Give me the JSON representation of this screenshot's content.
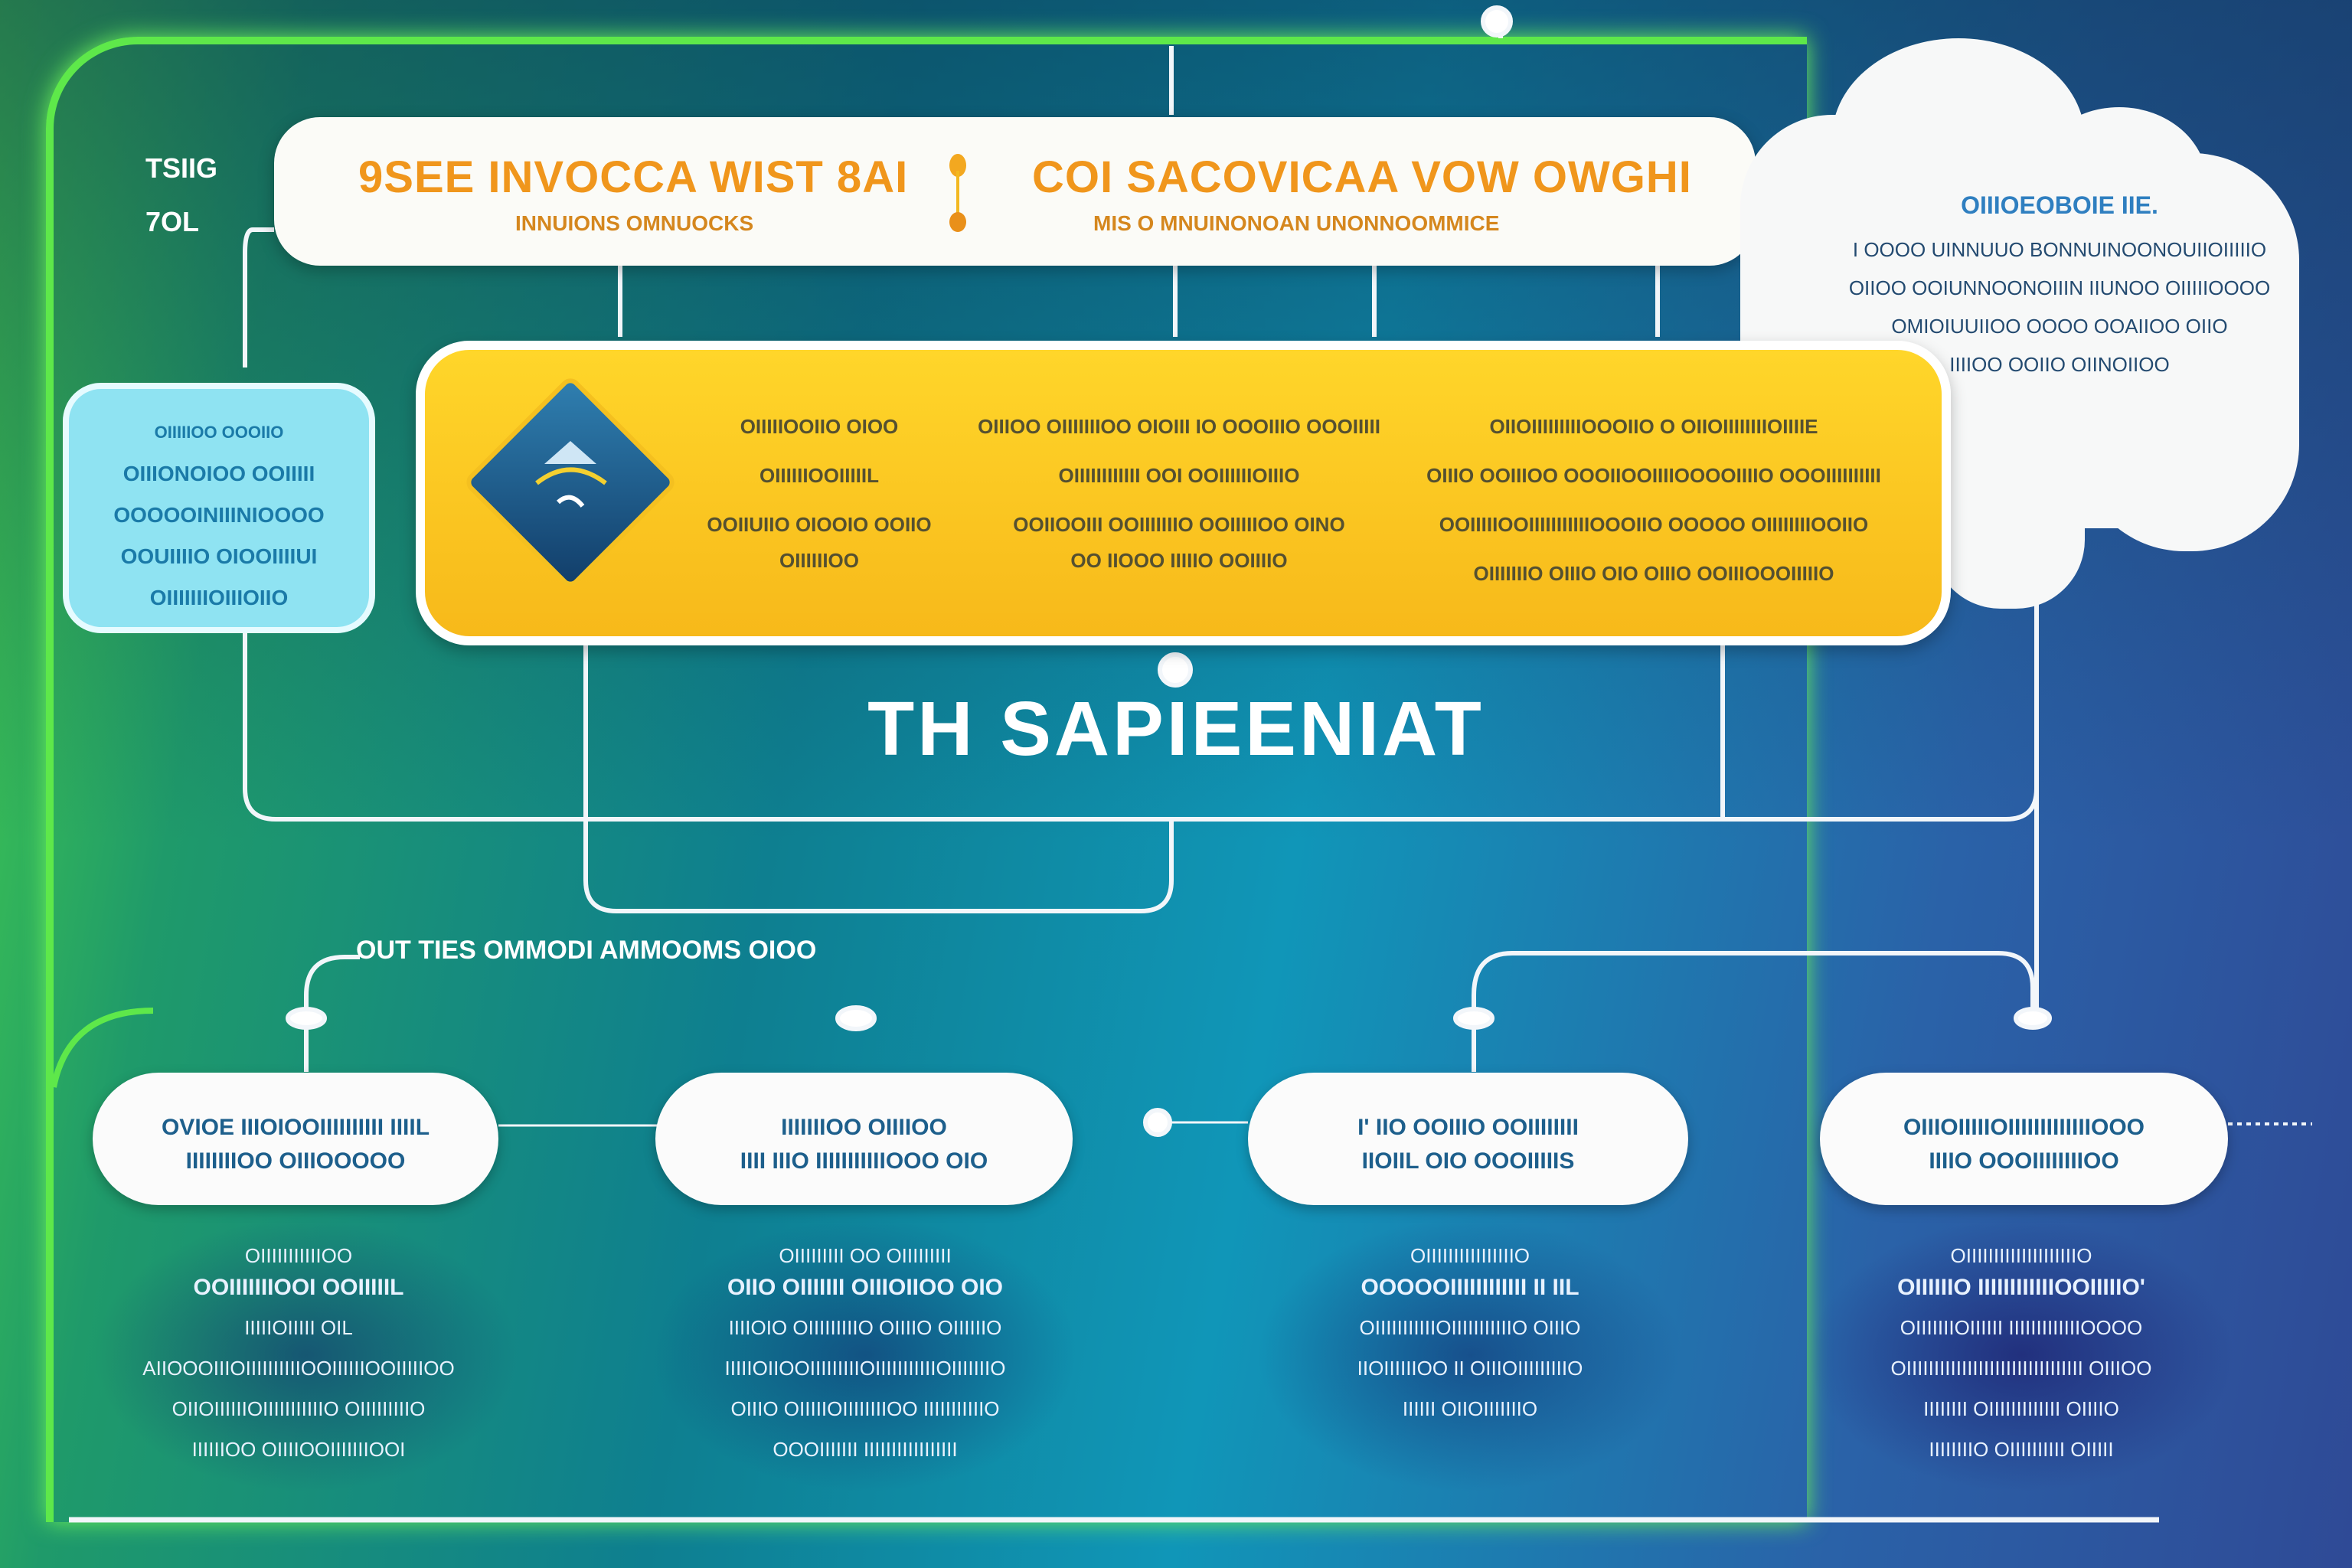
{
  "corner_label": [
    "TSIIG",
    "7OL"
  ],
  "banner": {
    "left_title": "9SEE INVOCCA WIST 8AI",
    "left_sub": "INNUIONS OMNUOCKS",
    "right_title": "COI SACOVICAA VOW OWGHI",
    "right_sub": "MIS O MNUINONOAN UNONNOOMMICE"
  },
  "cloud": {
    "heading": "OIIIOEOBOIE IIE.",
    "lines": [
      "I OOOO UINNUUO BONNUINOONOUIIOIIIIIO",
      "OIIOO OOIUNNOONOIIIN IIUNOO OIIIIIOOOO",
      "OMIOIUUIIOO OOOO OOAIIOO OIIO",
      "IIIIOO OOIIO OIINOIIOO"
    ]
  },
  "cyan_box": {
    "lines": [
      "OIIIIIOO OOOIIO",
      "OIIIONOIOO OOIIIII",
      "OOOOOINIIINIOOOO",
      "OOUIIIIO OIOOIIIIUI",
      "OIIIIIIIOIIIOIIO"
    ]
  },
  "yellow_box": {
    "col1": [
      "OIIIIIOOIIO OIOO",
      "OIIIIIIOOIIIIIL",
      "OOIIUIIO OIOOIO OOIIO",
      "OIIIIIIOO"
    ],
    "col2": [
      "OIIIOO OIIIIIIIOO OIOIII IO OOOIIIO OOOIIIII",
      "OIIIIIIIIIIII OOI OOIIIIIIOIIIO",
      "OOIIOOIII OOIIIIIIIO OOIIIIIOO OINO",
      "OO IIOOO IIIIIO OOIIIIO"
    ],
    "col3": [
      "OIIOIIIIIIIIIOOOIIO O OIIOIIIIIIIIOIIIIE",
      "OIIIO OOIIIOO OOOIIOOIIIIOOOOIIIIO OOOIIIIIIIIII",
      "OOIIIIIOOIIIIIIIIIIIOOOIIO OOOOO OIIIIIIIIOOIIO",
      "OIIIIIIIO OIIIO OIO OIIIO OOIIIOOOIIIIIO"
    ]
  },
  "main_title": "TH SAPIEENIAT",
  "section_label": "OUT TIES OMMODI AMMOOMS OIOO",
  "stages": [
    {
      "pill": [
        "OVIOE IIIOIOOIIIIIIIIII IIIIL",
        "IIIIIIIIOO OIIIOOOOO"
      ],
      "text": [
        "OIIIIIIIIIIIOO",
        "OOIIIIIIIOOI OOIIIIIL",
        "IIIIIOIIIII OIL",
        "AIIOOOIIIOIIIIIIIIIIOOIIIIIIOOIIIIIOO",
        "OIIOIIIIIIOIIIIIIIIIIIO OIIIIIIIIIO",
        "IIIIIIOO OIIIIOOIIIIIIIOOI"
      ]
    },
    {
      "pill": [
        "IIIIIIIOO OIIIIOO",
        "IIII IIIO IIIIIIIIIIIOOO OIO"
      ],
      "text": [
        "OIIIIIIIII OO OIIIIIIIII",
        "OIIO OIIIIIII OIIIOIIOO OIO",
        "IIIIOIO OIIIIIIIIIO OIIIIO OIIIIIIO",
        "IIIIIOIIOOIIIIIIIIIOIIIIIIIIIIIOIIIIIIIO",
        "OIIIO OIIIIIOIIIIIIIIOO IIIIIIIIIIIO",
        "OOOIIIIIII IIIIIIIIIIIIIIIII"
      ]
    },
    {
      "pill": [
        "I' IIO OOIIIO OOIIIIIIII",
        "IIOIIL OIO OOOIIIIIS"
      ],
      "text": [
        "OIIIIIIIIIIIIIIIIO",
        "OOOOOIIIIIIIIIIII II IIL",
        "OIIIIIIIIIIIOIIIIIIIIIIIO OIIIO",
        "IIOIIIIIIOO II OIIIOIIIIIIIIIO",
        "IIIIII OIIOIIIIIIIO"
      ]
    },
    {
      "pill": [
        "OIIIOIIIIIOIIIIIIIIIIIIIOOO",
        "IIIIO OOOIIIIIIIIOO"
      ],
      "text": [
        "OIIIIIIIIIIIIIIIIIIIIO",
        "OIIIIIIO IIIIIIIIIIIIOOIIIIIO'",
        "OIIIIIIIOIIIIII IIIIIIIIIIIIIOOOO",
        "OIIIIIIIIIIIIIIIIIIIIIIIIIIIIIIII OIIIOO",
        "IIIIIIII OIIIIIIIIIIIII OIIIIO",
        "IIIIIIIIO OIIIIIIIIII OIIIII"
      ]
    }
  ],
  "colors": {
    "frame_green": "#5ee84a",
    "banner_orange": "#f0961c",
    "yellow": "#ffd62a",
    "cyan": "#8fe3f2"
  }
}
